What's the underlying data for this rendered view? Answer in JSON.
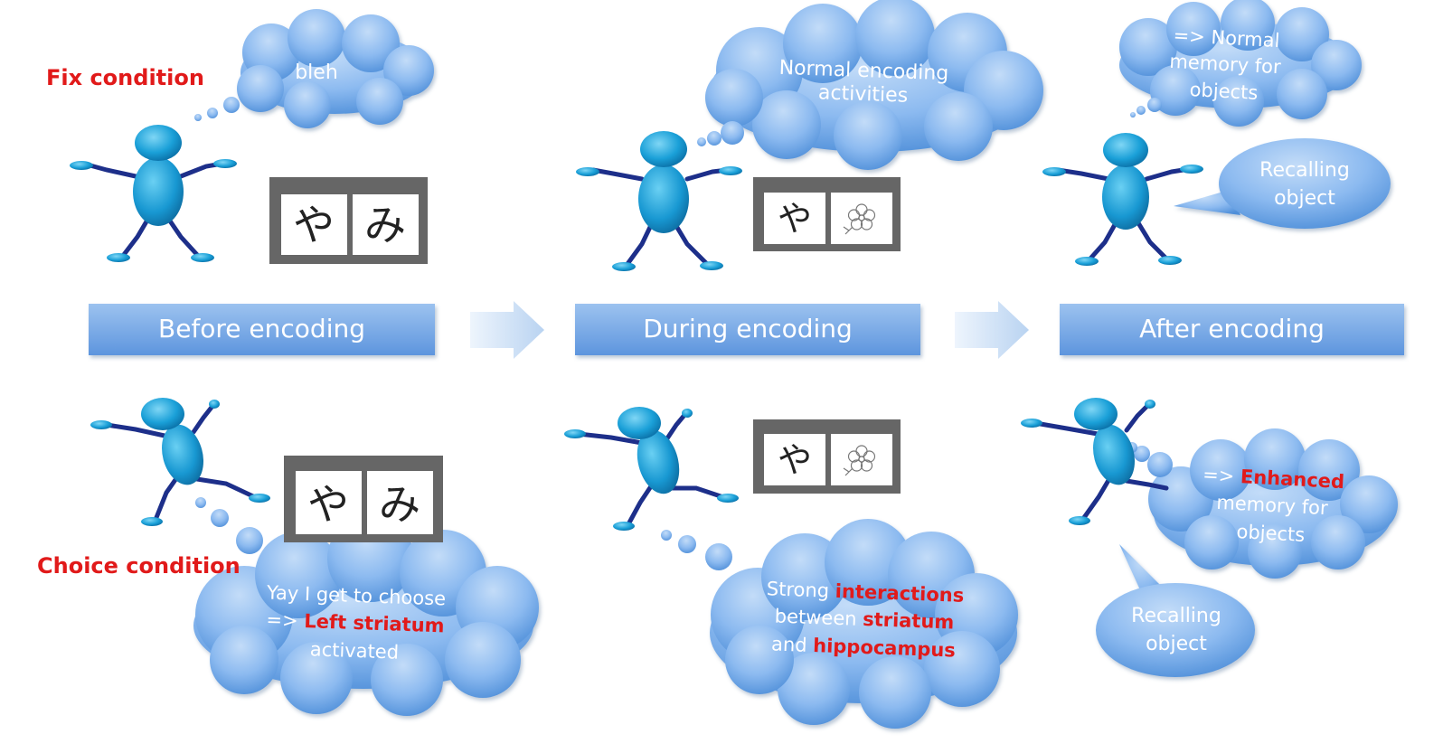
{
  "conditions": {
    "fix_label": "Fix condition",
    "choice_label": "Choice condition"
  },
  "stages": [
    {
      "label": "Before encoding"
    },
    {
      "label": "During encoding"
    },
    {
      "label": "After encoding"
    }
  ],
  "stimuli": {
    "kana_ya": "や",
    "kana_mi": "み",
    "object_icon": "flower-icon"
  },
  "fix_row": {
    "before_thought": "bleh",
    "during_thought_line1": "Normal encoding",
    "during_thought_line2": "activities",
    "after_thought_line1": "=> Normal",
    "after_thought_line2": "memory for",
    "after_thought_line3": "objects",
    "after_speech_line1": "Recalling",
    "after_speech_line2": "object"
  },
  "choice_row": {
    "before_thought_line1": "Yay I get to choose",
    "before_thought_prefix": "=> ",
    "before_thought_highlight": "Left striatum",
    "before_thought_line3": "activated",
    "during_word1": "Strong ",
    "during_highlight1": "interactions",
    "during_word2": "between ",
    "during_highlight2": "striatum",
    "during_word3": "and ",
    "during_highlight3": "hippocampus",
    "after_thought_prefix": "=> ",
    "after_thought_highlight": "Enhanced",
    "after_thought_line2": "memory for",
    "after_thought_line3": "objects",
    "after_speech_line1": "Recalling",
    "after_speech_line2": "object"
  },
  "colors": {
    "bubble_light": "#a9cdf5",
    "bubble_dark": "#4f8fd9",
    "figure": "#1aa0d8",
    "limb": "#1d2f8a",
    "label_red": "#e11a1a",
    "stage_box": "#6fa4e4",
    "frame": "#666666"
  }
}
